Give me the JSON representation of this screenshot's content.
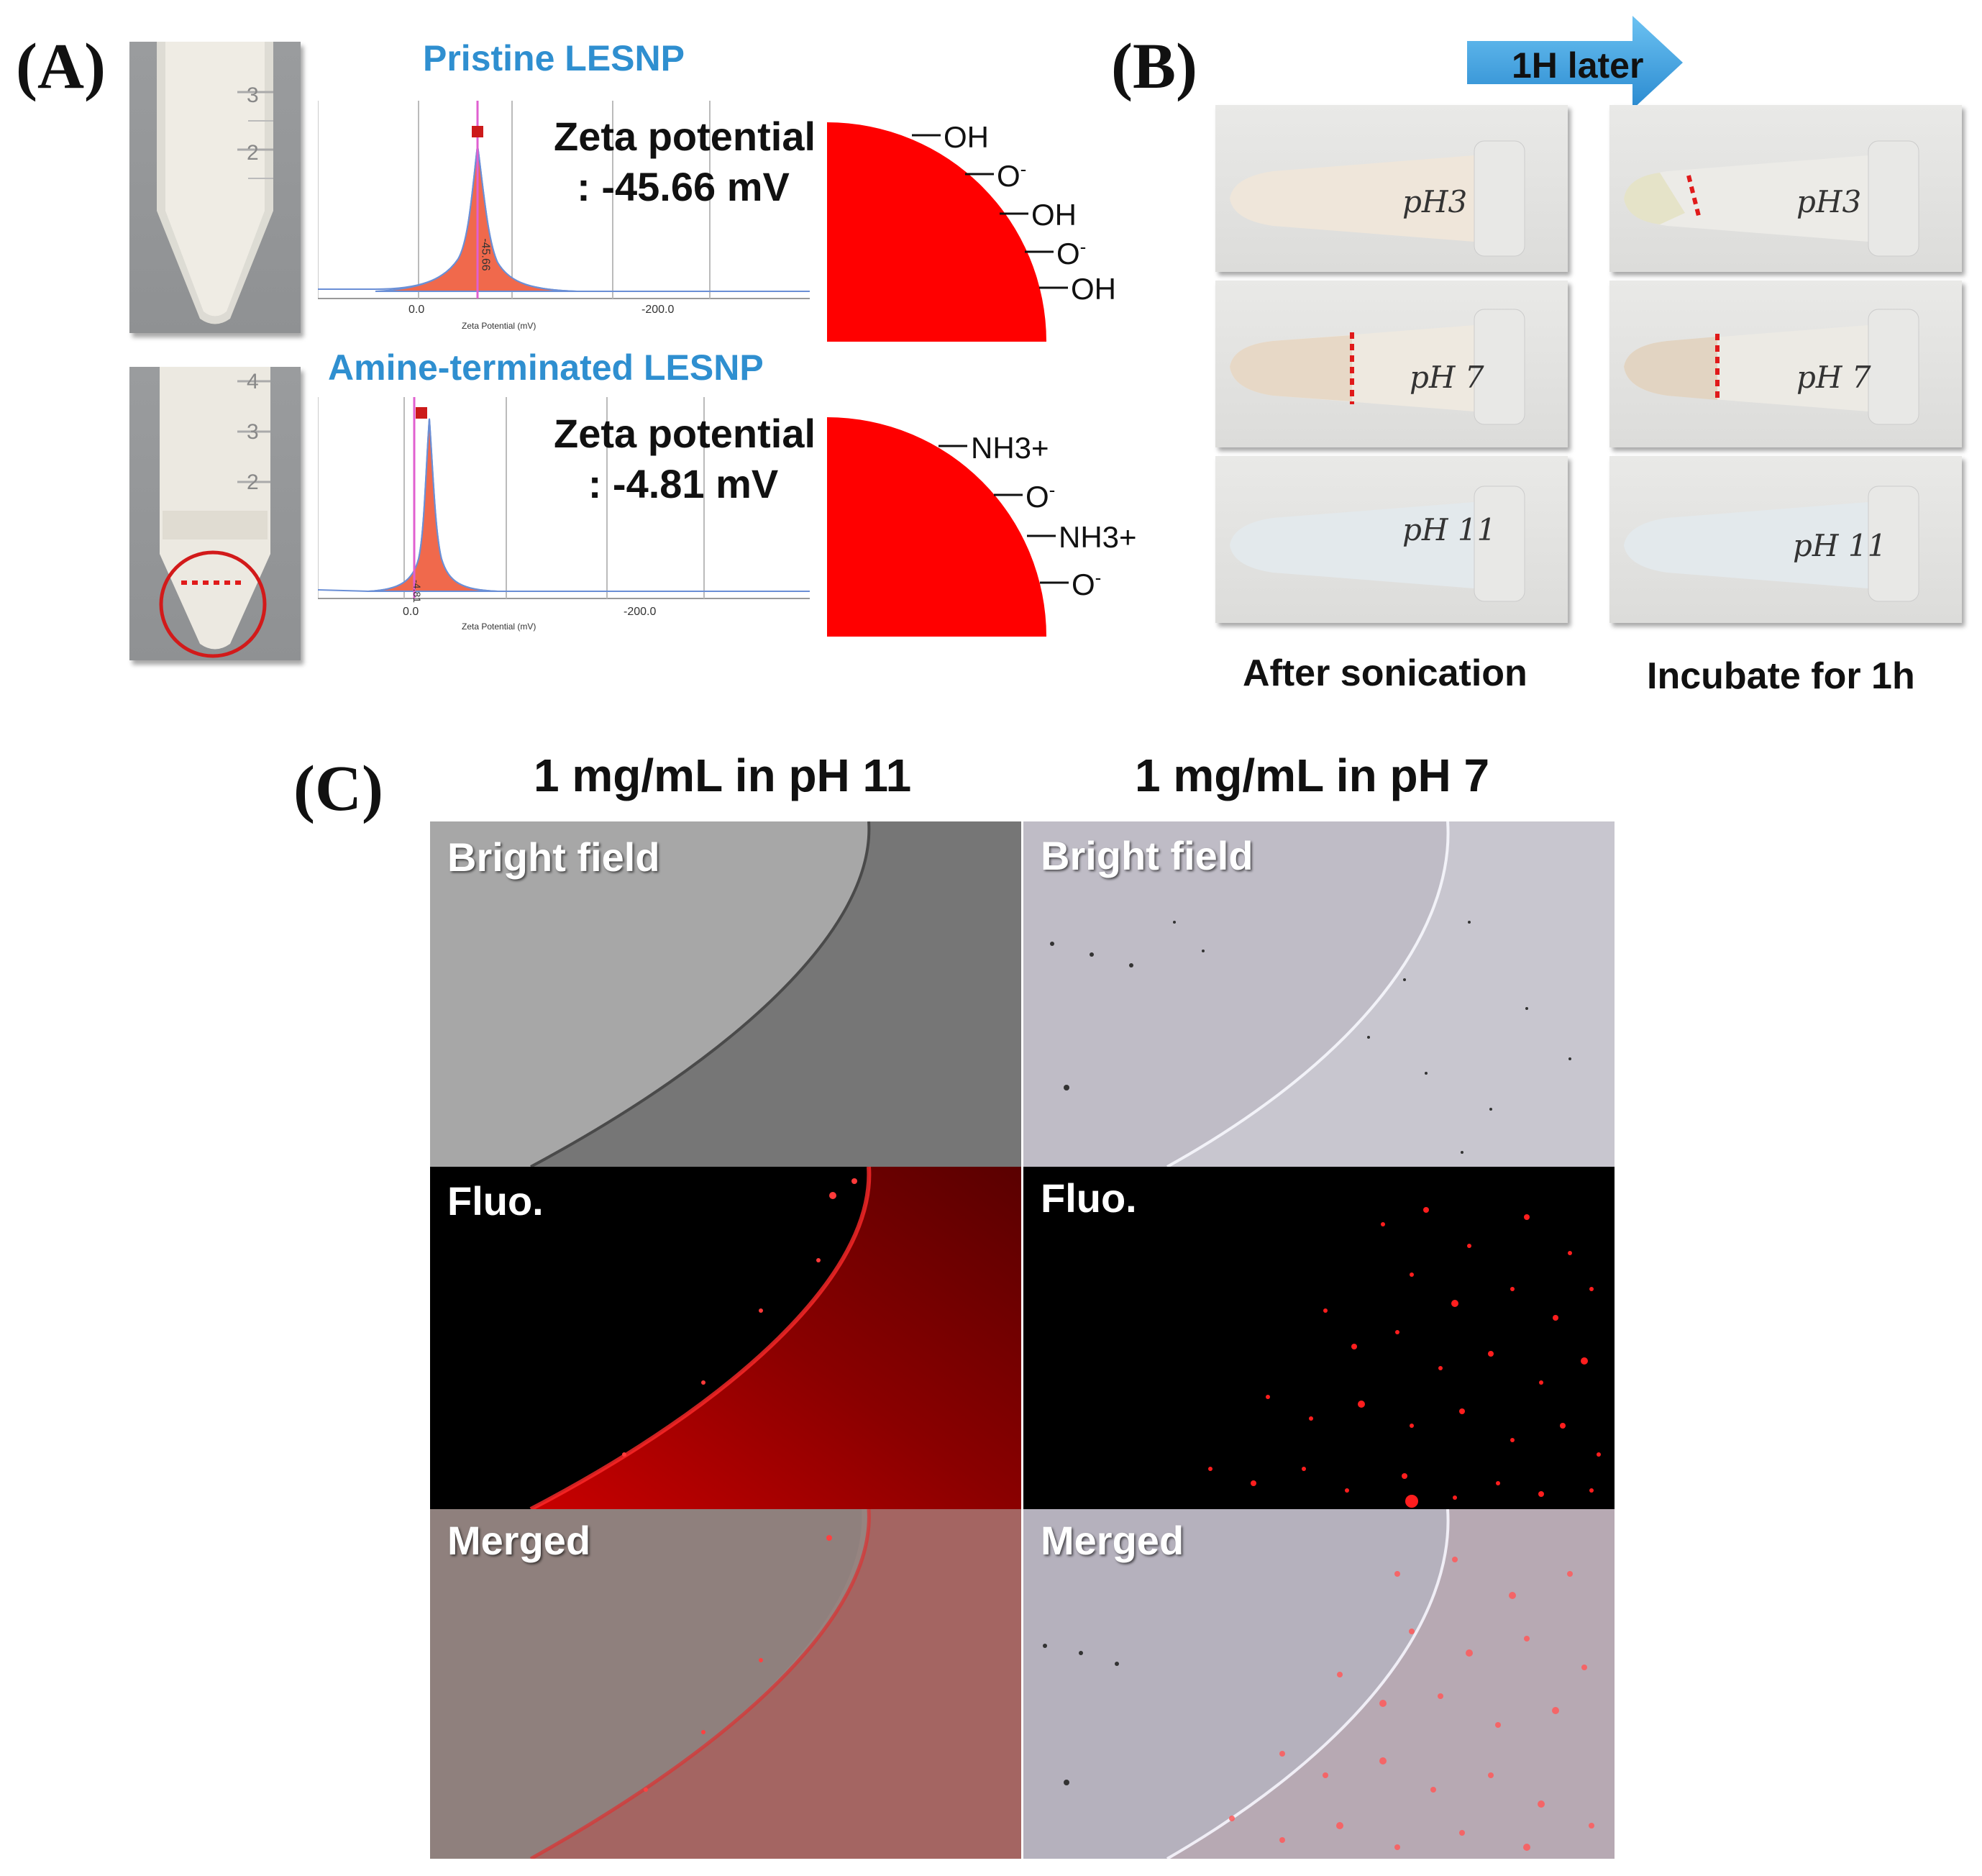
{
  "panel_a": {
    "label": "(A)",
    "pristine": {
      "title": "Pristine LESNP",
      "zeta_line1": "Zeta potential",
      "zeta_line2": ": -45.66 mV",
      "peak_label": "-45.66",
      "xaxis_title": "Zeta Potential (mV)",
      "ticks": [
        "0.0",
        "-200.0"
      ],
      "groups": [
        "OH",
        "O",
        "OH",
        "O",
        "OH"
      ]
    },
    "amine": {
      "title": "Amine-terminated LESNP",
      "zeta_line1": "Zeta potential",
      "zeta_line2": ": -4.81 mV",
      "peak_label": "-4.81",
      "xaxis_title": "Zeta Potential (mV)",
      "ticks": [
        "0.0",
        "-200.0"
      ],
      "groups": [
        "NH3+",
        "O",
        "NH3+",
        "O"
      ]
    },
    "tube_marks": [
      "3",
      "2",
      "4",
      "3",
      "2"
    ]
  },
  "panel_b": {
    "label": "(B)",
    "arrow_text": "1H later",
    "tube_labels": [
      "pH3",
      "pH 7",
      "pH 11",
      "pH3",
      "pH 7",
      "pH 11"
    ],
    "caption_left": "After sonication",
    "caption_right": "Incubate for 1h"
  },
  "panel_c": {
    "label": "(C)",
    "col_left": "1 mg/mL in pH 11",
    "col_right": "1 mg/mL in pH 7",
    "rows": [
      "Bright field",
      "Fluo.",
      "Merged"
    ]
  },
  "colors": {
    "red_fill": "#ff0000",
    "blue_title": "#2f8fd0",
    "arrow_blue": "#3fa3e0"
  }
}
